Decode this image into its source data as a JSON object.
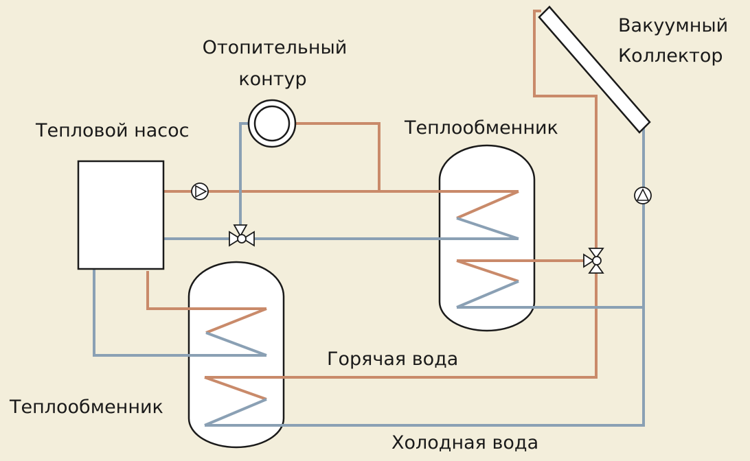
{
  "labels": {
    "heat_pump": "Тепловой насос",
    "heating_circuit_line1": "Отопительный",
    "heating_circuit_line2": "контур",
    "heat_exchanger_right": "Теплообменник",
    "heat_exchanger_left": "Теплообменник",
    "vacuum_collector_line1": "Вакуумный",
    "vacuum_collector_line2": "Коллектор",
    "hot_water": "Горячая вода",
    "cold_water": "Холодная вода"
  },
  "colors": {
    "background": "#f3eedb",
    "hot_pipe": "#c98a6a",
    "cold_pipe": "#8aa0b4",
    "outline": "#1a1a1a"
  },
  "icons": {
    "circulation_pump": "pump-icon",
    "three_way_valve": "three-way-valve-icon",
    "heating_circuit": "radiator-circuit-icon"
  }
}
